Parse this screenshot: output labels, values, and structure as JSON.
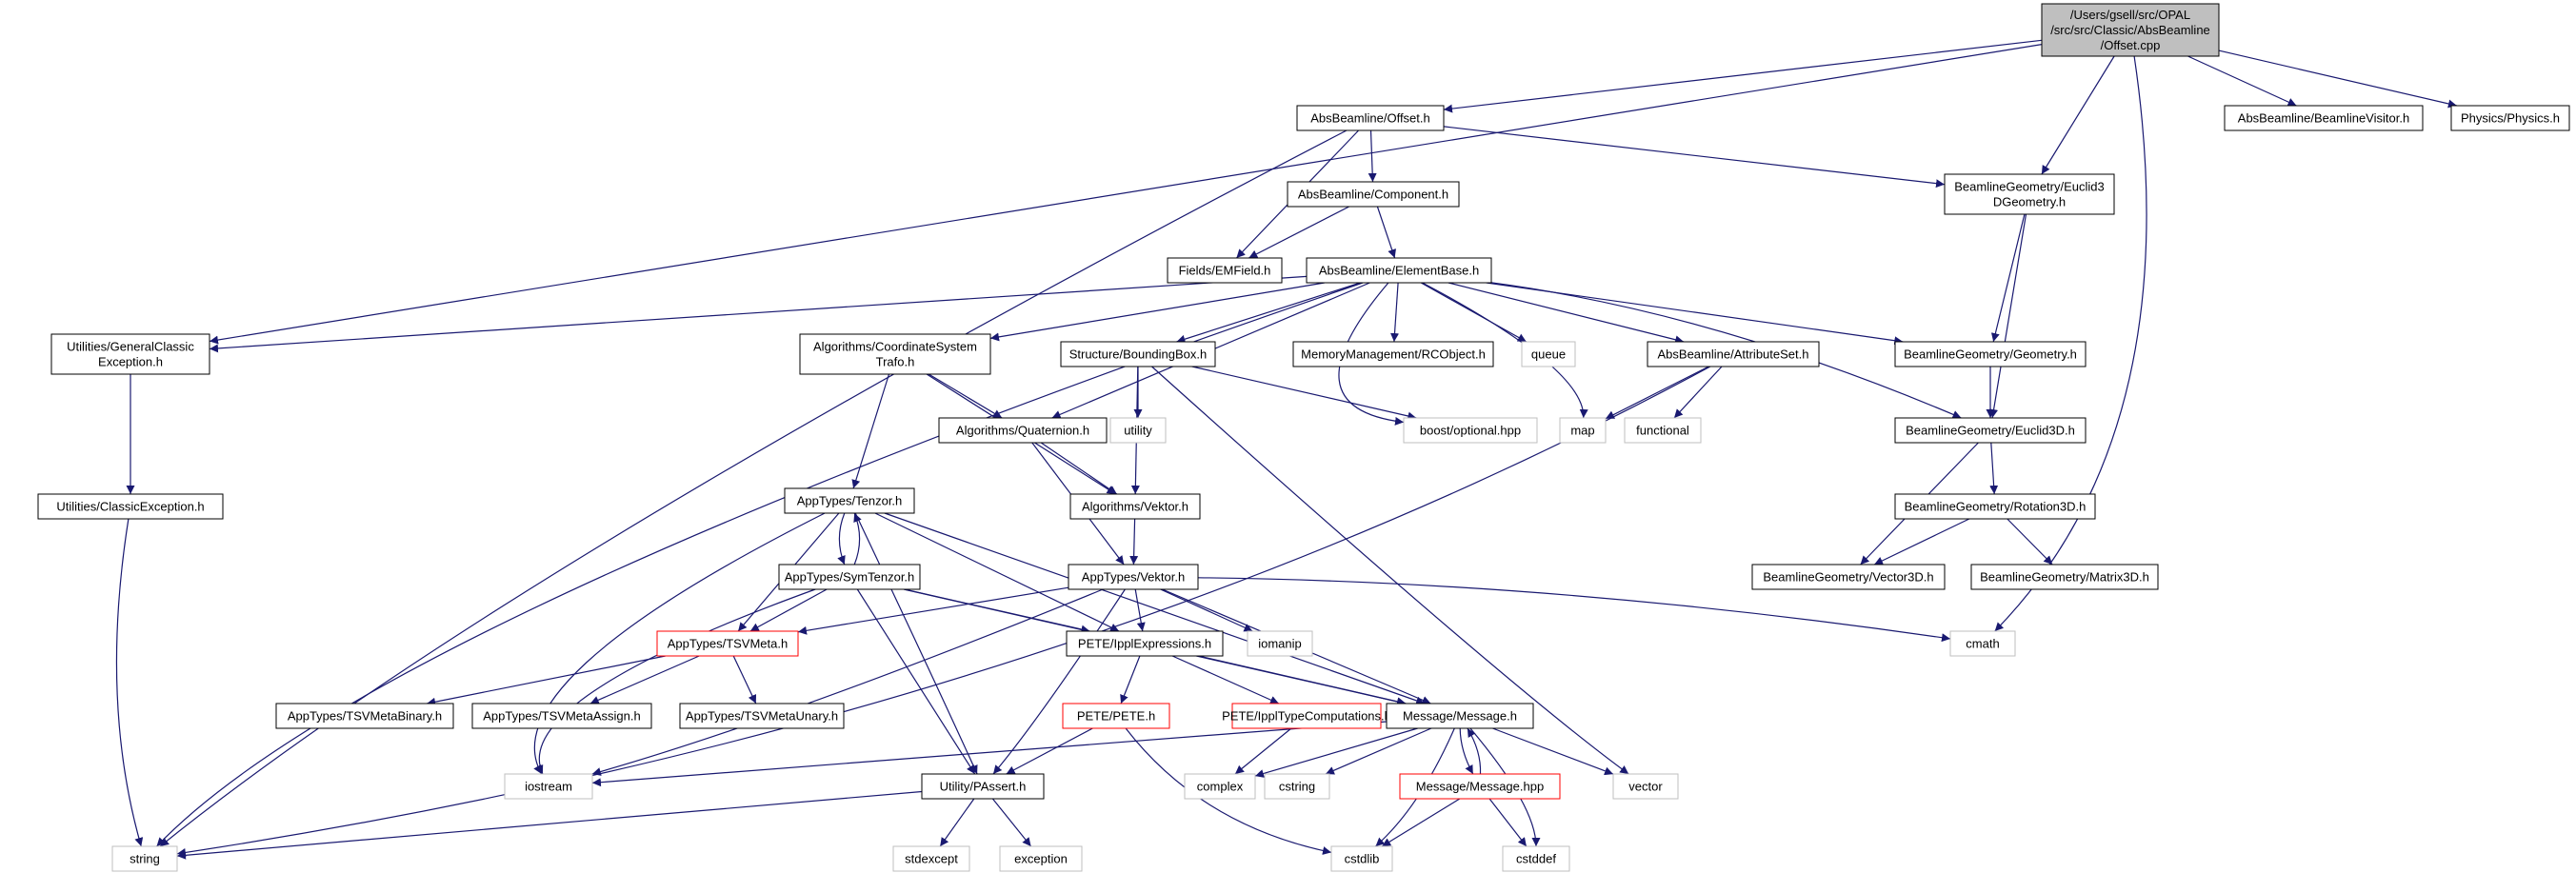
{
  "nodes": [
    {
      "id": "root",
      "lines": [
        "/Users/gsell/src/OPAL",
        "/src/src/Classic/AbsBeamline",
        "/Offset.cpp"
      ],
      "style": "root"
    },
    {
      "id": "offset_h",
      "lines": [
        "AbsBeamline/Offset.h"
      ],
      "style": "normal"
    },
    {
      "id": "beamline_visitor",
      "lines": [
        "AbsBeamline/BeamlineVisitor.h"
      ],
      "style": "normal"
    },
    {
      "id": "physics",
      "lines": [
        "Physics/Physics.h"
      ],
      "style": "normal"
    },
    {
      "id": "component",
      "lines": [
        "AbsBeamline/Component.h"
      ],
      "style": "normal"
    },
    {
      "id": "euclid3dgeom",
      "lines": [
        "BeamlineGeometry/Euclid3",
        "DGeometry.h"
      ],
      "style": "normal"
    },
    {
      "id": "emfield",
      "lines": [
        "Fields/EMField.h"
      ],
      "style": "normal"
    },
    {
      "id": "elementbase",
      "lines": [
        "AbsBeamline/ElementBase.h"
      ],
      "style": "normal"
    },
    {
      "id": "genclassicexc",
      "lines": [
        "Utilities/GeneralClassic",
        "Exception.h"
      ],
      "style": "normal"
    },
    {
      "id": "coordsys",
      "lines": [
        "Algorithms/CoordinateSystem",
        "Trafo.h"
      ],
      "style": "normal"
    },
    {
      "id": "boundingbox",
      "lines": [
        "Structure/BoundingBox.h"
      ],
      "style": "normal"
    },
    {
      "id": "rcobject",
      "lines": [
        "MemoryManagement/RCObject.h"
      ],
      "style": "normal"
    },
    {
      "id": "queue",
      "lines": [
        "queue"
      ],
      "style": "system"
    },
    {
      "id": "attributeset",
      "lines": [
        "AbsBeamline/AttributeSet.h"
      ],
      "style": "normal"
    },
    {
      "id": "geometry",
      "lines": [
        "BeamlineGeometry/Geometry.h"
      ],
      "style": "normal"
    },
    {
      "id": "utility",
      "lines": [
        "utility"
      ],
      "style": "system"
    },
    {
      "id": "boostoptional",
      "lines": [
        "boost/optional.hpp"
      ],
      "style": "system"
    },
    {
      "id": "map",
      "lines": [
        "map"
      ],
      "style": "system"
    },
    {
      "id": "functional",
      "lines": [
        "functional"
      ],
      "style": "system"
    },
    {
      "id": "euclid3d",
      "lines": [
        "BeamlineGeometry/Euclid3D.h"
      ],
      "style": "normal"
    },
    {
      "id": "classicexc",
      "lines": [
        "Utilities/ClassicException.h"
      ],
      "style": "normal"
    },
    {
      "id": "quaternion",
      "lines": [
        "Algorithms/Quaternion.h"
      ],
      "style": "normal"
    },
    {
      "id": "algvektor",
      "lines": [
        "Algorithms/Vektor.h"
      ],
      "style": "normal"
    },
    {
      "id": "tenzor",
      "lines": [
        "AppTypes/Tenzor.h"
      ],
      "style": "normal"
    },
    {
      "id": "rotation3d",
      "lines": [
        "BeamlineGeometry/Rotation3D.h"
      ],
      "style": "normal"
    },
    {
      "id": "vector3d",
      "lines": [
        "BeamlineGeometry/Vector3D.h"
      ],
      "style": "normal"
    },
    {
      "id": "matrix3d",
      "lines": [
        "BeamlineGeometry/Matrix3D.h"
      ],
      "style": "normal"
    },
    {
      "id": "symtenzor",
      "lines": [
        "AppTypes/SymTenzor.h"
      ],
      "style": "normal"
    },
    {
      "id": "appvektor",
      "lines": [
        "AppTypes/Vektor.h"
      ],
      "style": "normal"
    },
    {
      "id": "tsvmeta",
      "lines": [
        "AppTypes/TSVMeta.h"
      ],
      "style": "red"
    },
    {
      "id": "iomanip",
      "lines": [
        "iomanip"
      ],
      "style": "system"
    },
    {
      "id": "cmath",
      "lines": [
        "cmath"
      ],
      "style": "system"
    },
    {
      "id": "ipplexpr",
      "lines": [
        "PETE/IpplExpressions.h"
      ],
      "style": "normal"
    },
    {
      "id": "tsvbinary",
      "lines": [
        "AppTypes/TSVMetaBinary.h"
      ],
      "style": "normal"
    },
    {
      "id": "tsvassign",
      "lines": [
        "AppTypes/TSVMetaAssign.h"
      ],
      "style": "normal"
    },
    {
      "id": "tsvunary",
      "lines": [
        "AppTypes/TSVMetaUnary.h"
      ],
      "style": "normal"
    },
    {
      "id": "pete",
      "lines": [
        "PETE/PETE.h"
      ],
      "style": "red"
    },
    {
      "id": "ippltypecomp",
      "lines": [
        "PETE/IpplTypeComputations.h"
      ],
      "style": "red"
    },
    {
      "id": "message_h",
      "lines": [
        "Message/Message.h"
      ],
      "style": "normal"
    },
    {
      "id": "iostream",
      "lines": [
        "iostream"
      ],
      "style": "system"
    },
    {
      "id": "complex",
      "lines": [
        "complex"
      ],
      "style": "system"
    },
    {
      "id": "cstring",
      "lines": [
        "cstring"
      ],
      "style": "system"
    },
    {
      "id": "message_hpp",
      "lines": [
        "Message/Message.hpp"
      ],
      "style": "red"
    },
    {
      "id": "vector",
      "lines": [
        "vector"
      ],
      "style": "system"
    },
    {
      "id": "passert",
      "lines": [
        "Utility/PAssert.h"
      ],
      "style": "normal"
    },
    {
      "id": "string",
      "lines": [
        "string"
      ],
      "style": "system"
    },
    {
      "id": "stdexcept",
      "lines": [
        "stdexcept"
      ],
      "style": "system"
    },
    {
      "id": "exception",
      "lines": [
        "exception"
      ],
      "style": "system"
    },
    {
      "id": "cstdlib",
      "lines": [
        "cstdlib"
      ],
      "style": "system"
    },
    {
      "id": "cstddef",
      "lines": [
        "cstddef"
      ],
      "style": "system"
    }
  ],
  "edges": [
    [
      "root",
      "offset_h"
    ],
    [
      "root",
      "beamline_visitor"
    ],
    [
      "root",
      "physics"
    ],
    [
      "root",
      "euclid3dgeom"
    ],
    [
      "root",
      "genclassicexc"
    ],
    [
      "root",
      "cmath"
    ],
    [
      "offset_h",
      "component"
    ],
    [
      "offset_h",
      "emfield"
    ],
    [
      "offset_h",
      "euclid3dgeom"
    ],
    [
      "offset_h",
      "string"
    ],
    [
      "component",
      "emfield"
    ],
    [
      "component",
      "elementbase"
    ],
    [
      "euclid3dgeom",
      "geometry"
    ],
    [
      "euclid3dgeom",
      "euclid3d"
    ],
    [
      "elementbase",
      "genclassicexc"
    ],
    [
      "elementbase",
      "coordsys"
    ],
    [
      "elementbase",
      "boundingbox"
    ],
    [
      "elementbase",
      "rcobject"
    ],
    [
      "elementbase",
      "queue"
    ],
    [
      "elementbase",
      "attributeset"
    ],
    [
      "elementbase",
      "geometry"
    ],
    [
      "elementbase",
      "euclid3d"
    ],
    [
      "elementbase",
      "quaternion"
    ],
    [
      "elementbase",
      "boostoptional"
    ],
    [
      "elementbase",
      "map"
    ],
    [
      "elementbase",
      "string"
    ],
    [
      "genclassicexc",
      "classicexc"
    ],
    [
      "classicexc",
      "string"
    ],
    [
      "coordsys",
      "quaternion"
    ],
    [
      "coordsys",
      "algvektor"
    ],
    [
      "coordsys",
      "tenzor"
    ],
    [
      "boundingbox",
      "utility"
    ],
    [
      "boundingbox",
      "boostoptional"
    ],
    [
      "boundingbox",
      "algvektor"
    ],
    [
      "boundingbox",
      "vector"
    ],
    [
      "attributeset",
      "map"
    ],
    [
      "attributeset",
      "functional"
    ],
    [
      "attributeset",
      "string"
    ],
    [
      "geometry",
      "euclid3d"
    ],
    [
      "euclid3d",
      "rotation3d"
    ],
    [
      "euclid3d",
      "vector3d"
    ],
    [
      "rotation3d",
      "vector3d"
    ],
    [
      "rotation3d",
      "matrix3d"
    ],
    [
      "quaternion",
      "algvektor"
    ],
    [
      "quaternion",
      "appvektor"
    ],
    [
      "algvektor",
      "appvektor"
    ],
    [
      "tenzor",
      "symtenzor"
    ],
    [
      "tenzor",
      "tsvmeta"
    ],
    [
      "tenzor",
      "ipplexpr"
    ],
    [
      "tenzor",
      "message_h"
    ],
    [
      "tenzor",
      "passert"
    ],
    [
      "tenzor",
      "iostream"
    ],
    [
      "symtenzor",
      "tenzor"
    ],
    [
      "symtenzor",
      "tsvmeta"
    ],
    [
      "symtenzor",
      "ipplexpr"
    ],
    [
      "symtenzor",
      "message_h"
    ],
    [
      "symtenzor",
      "passert"
    ],
    [
      "symtenzor",
      "iostream"
    ],
    [
      "appvektor",
      "tsvmeta"
    ],
    [
      "appvektor",
      "ipplexpr"
    ],
    [
      "appvektor",
      "iomanip"
    ],
    [
      "appvektor",
      "cmath"
    ],
    [
      "appvektor",
      "message_h"
    ],
    [
      "appvektor",
      "passert"
    ],
    [
      "appvektor",
      "iostream"
    ],
    [
      "tsvmeta",
      "tsvbinary"
    ],
    [
      "tsvmeta",
      "tsvassign"
    ],
    [
      "tsvmeta",
      "tsvunary"
    ],
    [
      "ipplexpr",
      "pete"
    ],
    [
      "ipplexpr",
      "ippltypecomp"
    ],
    [
      "ipplexpr",
      "message_h"
    ],
    [
      "pete",
      "passert"
    ],
    [
      "pete",
      "cstdlib"
    ],
    [
      "ippltypecomp",
      "complex"
    ],
    [
      "message_h",
      "iostream"
    ],
    [
      "message_h",
      "complex"
    ],
    [
      "message_h",
      "cstring"
    ],
    [
      "message_h",
      "message_hpp"
    ],
    [
      "message_h",
      "vector"
    ],
    [
      "message_h",
      "cstdlib"
    ],
    [
      "message_h",
      "cstddef"
    ],
    [
      "message_hpp",
      "message_h"
    ],
    [
      "message_hpp",
      "cstdlib"
    ],
    [
      "message_hpp",
      "cstddef"
    ],
    [
      "passert",
      "string"
    ],
    [
      "passert",
      "stdexcept"
    ],
    [
      "passert",
      "exception"
    ]
  ]
}
